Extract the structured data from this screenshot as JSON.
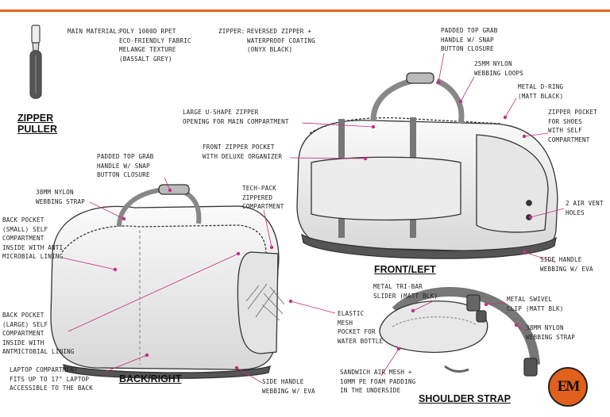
{
  "titles": {
    "zipper_puller": "ZIPPER\nPULLER",
    "back_right": "BACK/RIGHT",
    "front_left": "FRONT/LEFT",
    "shoulder_strap": "SHOULDER STRAP"
  },
  "notes": {
    "main_material_label": "MAIN MATERIAL:",
    "main_material_value": "POLY 1000D RPET\nECO-FRIENDLY FABRIC\nMELANGE TEXTURE\n(BASSALT GREY)",
    "zipper_label": "ZIPPER:",
    "zipper_value": "REVERSED ZIPPER +\nWATERPROOF COATING\n(ONYX BLACK)",
    "padded_top_grab_front": "PADDED TOP GRAB\nHANDLE W/ SNAP\nBUTTON CLOSURE",
    "webbing_loops": "25MM NYLON\nWEBBING LOOPS",
    "metal_d_ring": "METAL D-RING\n(MATT BLACK)",
    "large_u_zipper": "LARGE U-SHAPE ZIPPER\nOPENING FOR MAIN COMPARTMENT",
    "zipper_pocket_shoes": "ZIPPER POCKET\nFOR SHOES\nWITH SELF\nCOMPARTMENT",
    "front_zipper_pocket": "FRONT ZIPPER POCKET\nWITH DELUXE ORGANIZER",
    "padded_top_grab_back": "PADDED TOP GRAB\nHANDLE W/ SNAP\nBUTTON CLOSURE",
    "webbing_strap": "38MM NYLON\nWEBBING STRAP",
    "tech_pack": "TECH-PACK\nZIPPERED\nCOMPARTMENT",
    "air_vent": "2 AIR VENT\nHOLES",
    "back_pocket_small": "BACK POCKET\n(SMALL) SELF\nCOMPARTMENT\nINSIDE WITH ANTI\nMICROBIAL LINING",
    "side_handle_front": "SIDE HANDLE\nWEBBING W/ EVA",
    "metal_tri_bar": "METAL TRI-BAR\nSLIDER (MATT BLK)",
    "metal_swivel": "METAL SWIVEL\nCLIP (MATT BLK)",
    "back_pocket_large": "BACK POCKET\n(LARGE) SELF\nCOMPARTMENT\nINSIDE WITH\nANTMICTOBIAL LINING",
    "elastic_mesh": "ELASTIC\nMESH\nPOCKET FOR\nWATER BOTTLE",
    "webbing_strap_shoulder": "38MM NYLON\nWEBBING STRAP",
    "laptop": "LAPTOP COMPARTMENT\nFITS UP TO 17\" LAPTOP\nACCESSIBLE TO THE BACK",
    "side_handle_back": "SIDE HANDLE\nWEBBING W/ EVA",
    "sandwich_mesh": "SANDWICH AIR MESH +\n10MM PE FOAM PADDING\nIN THE UNDERSIDE"
  },
  "logo": {
    "text": "EM"
  },
  "colors": {
    "accent": "#e8641e",
    "leader": "#c2307e"
  }
}
